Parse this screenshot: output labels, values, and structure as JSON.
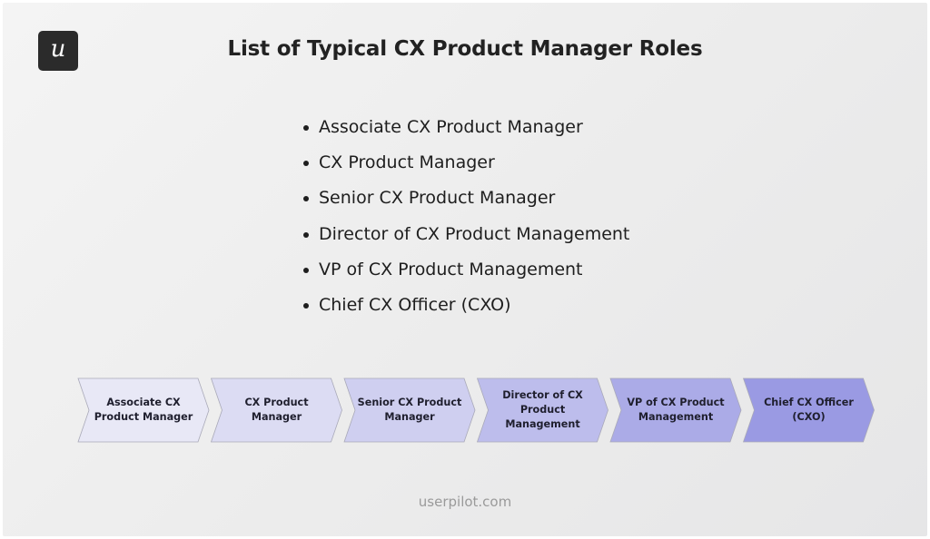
{
  "logo": {
    "glyph": "u"
  },
  "title": "List of Typical CX Product Manager Roles",
  "roles": [
    "Associate CX Product Manager",
    "CX Product Manager",
    "Senior CX Product Manager",
    "Director of CX Product Management",
    "VP of CX Product Management",
    "Chief CX Officer (CXO)"
  ],
  "flow": {
    "steps": [
      {
        "label": "Associate CX\nProduct Manager",
        "fill": "#e8e8f6"
      },
      {
        "label": "CX Product Manager",
        "fill": "#dcdcf3"
      },
      {
        "label": "Senior CX Product\nManager",
        "fill": "#cfcff0"
      },
      {
        "label": "Director of CX\nProduct Management",
        "fill": "#bdbdec"
      },
      {
        "label": "VP of CX Product\nManagement",
        "fill": "#ababe7"
      },
      {
        "label": "Chief CX Officer\n(CXO)",
        "fill": "#9a9ae3"
      }
    ],
    "stroke": "#a9a9b8"
  },
  "footer": "userpilot.com"
}
